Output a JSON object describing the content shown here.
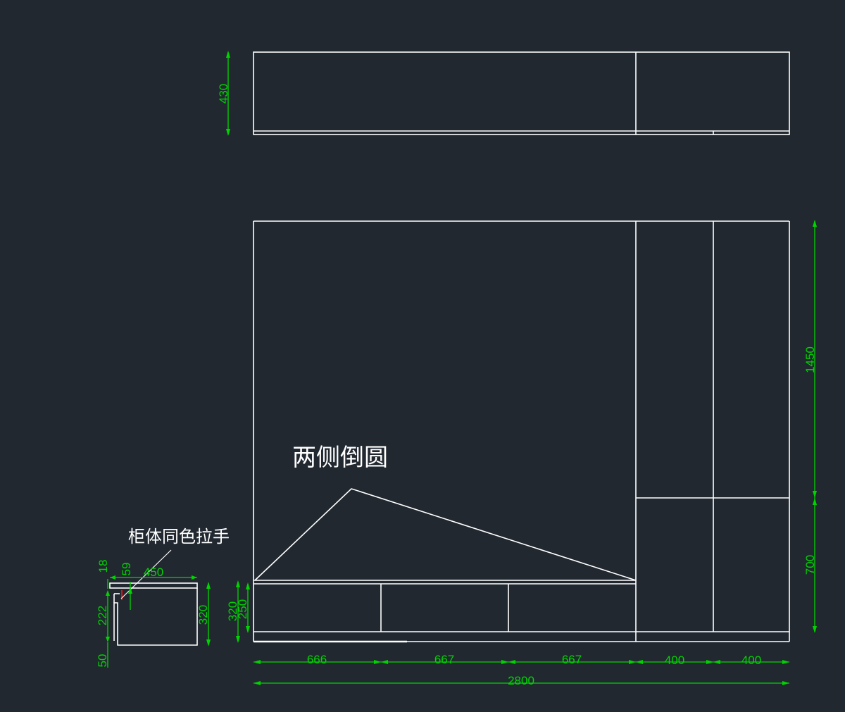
{
  "colors": {
    "background": "#212830",
    "line": "#ffffff",
    "dimension": "#00d400",
    "handle": "#e01010"
  },
  "annotations": {
    "chamfer_note": "两侧倒圆",
    "handle_note": "柜体同色拉手"
  },
  "dimensions": {
    "top_height": "430",
    "right_upper_height": "1450",
    "right_lower_height": "700",
    "base_height_outer": "320",
    "base_height_inner": "250",
    "widths": [
      "666",
      "667",
      "667",
      "400",
      "400"
    ],
    "total_width": "2800",
    "section_top_thickness": "18",
    "section_handle_offset": "59",
    "section_depth": "450",
    "section_inner_height": "222",
    "section_height": "320",
    "section_plinth": "50"
  }
}
